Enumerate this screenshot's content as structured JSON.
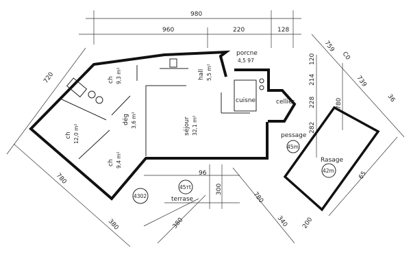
{
  "dimensions": {
    "top_total": "980",
    "top_a": "960",
    "top_b": "220",
    "top_c": "128",
    "right_diag_a": "759",
    "right_diag_b": "C0",
    "right_diag_c": "739",
    "right_diag_d": "36",
    "right_v_a": "120",
    "right_v_b": "214",
    "right_v_c": "228",
    "right_v_d": "282",
    "right_v_total": "780",
    "left_diag": "720",
    "bottom_left_diag": "780",
    "bottom_left_b": "380",
    "terrace_width": "96",
    "terrace_depth": "300",
    "bottom_mid_diag": "380",
    "bottom_right_a": "780",
    "bottom_right_b": "340",
    "bottom_right_c": "200",
    "garage_side": "65"
  },
  "rooms": {
    "ch1": {
      "label": "ch",
      "area": "9,3 m²"
    },
    "ch2": {
      "label": "ch",
      "area": "12,0 m²"
    },
    "ch3": {
      "label": "ch",
      "area": "9,4 m²"
    },
    "deg": {
      "label": "dég",
      "area": "3,6 m²"
    },
    "sejour": {
      "label": "séjour",
      "area": "32,1 m²"
    },
    "hall": {
      "label": "hall",
      "area": "5,5 m²"
    },
    "porche": {
      "label": "porcne",
      "area": "4,5 97"
    },
    "cuisine": {
      "label": "cuisne"
    },
    "cellier": {
      "label": "cellier"
    },
    "passage": {
      "label": "pessage",
      "area": "45m"
    },
    "garage": {
      "label": "Rasage",
      "area": "42m"
    },
    "terrasse": {
      "label": "terrase",
      "area": "45тt"
    },
    "marker": {
      "label": "4302"
    }
  }
}
